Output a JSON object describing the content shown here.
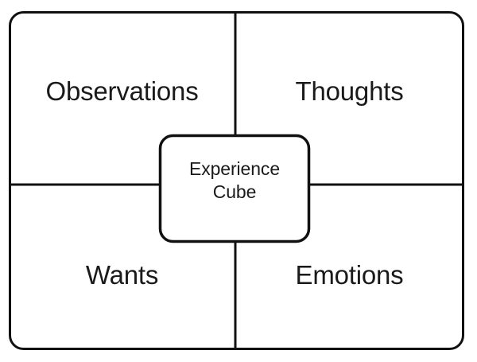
{
  "diagram": {
    "title": "Experience Cube",
    "type": "four-quadrant-model",
    "center": {
      "name": "experience-cube",
      "line1": "Experience",
      "line2": "Cube"
    },
    "quadrants": [
      {
        "id": "observations",
        "label": "Observations",
        "position": "top-left"
      },
      {
        "id": "thoughts",
        "label": "Thoughts",
        "position": "top-right"
      },
      {
        "id": "wants",
        "label": "Wants",
        "position": "bottom-left"
      },
      {
        "id": "emotions",
        "label": "Emotions",
        "position": "bottom-right"
      }
    ],
    "colors": {
      "stroke": "#111111",
      "background": "#ffffff",
      "text": "#1a1a1a"
    }
  }
}
